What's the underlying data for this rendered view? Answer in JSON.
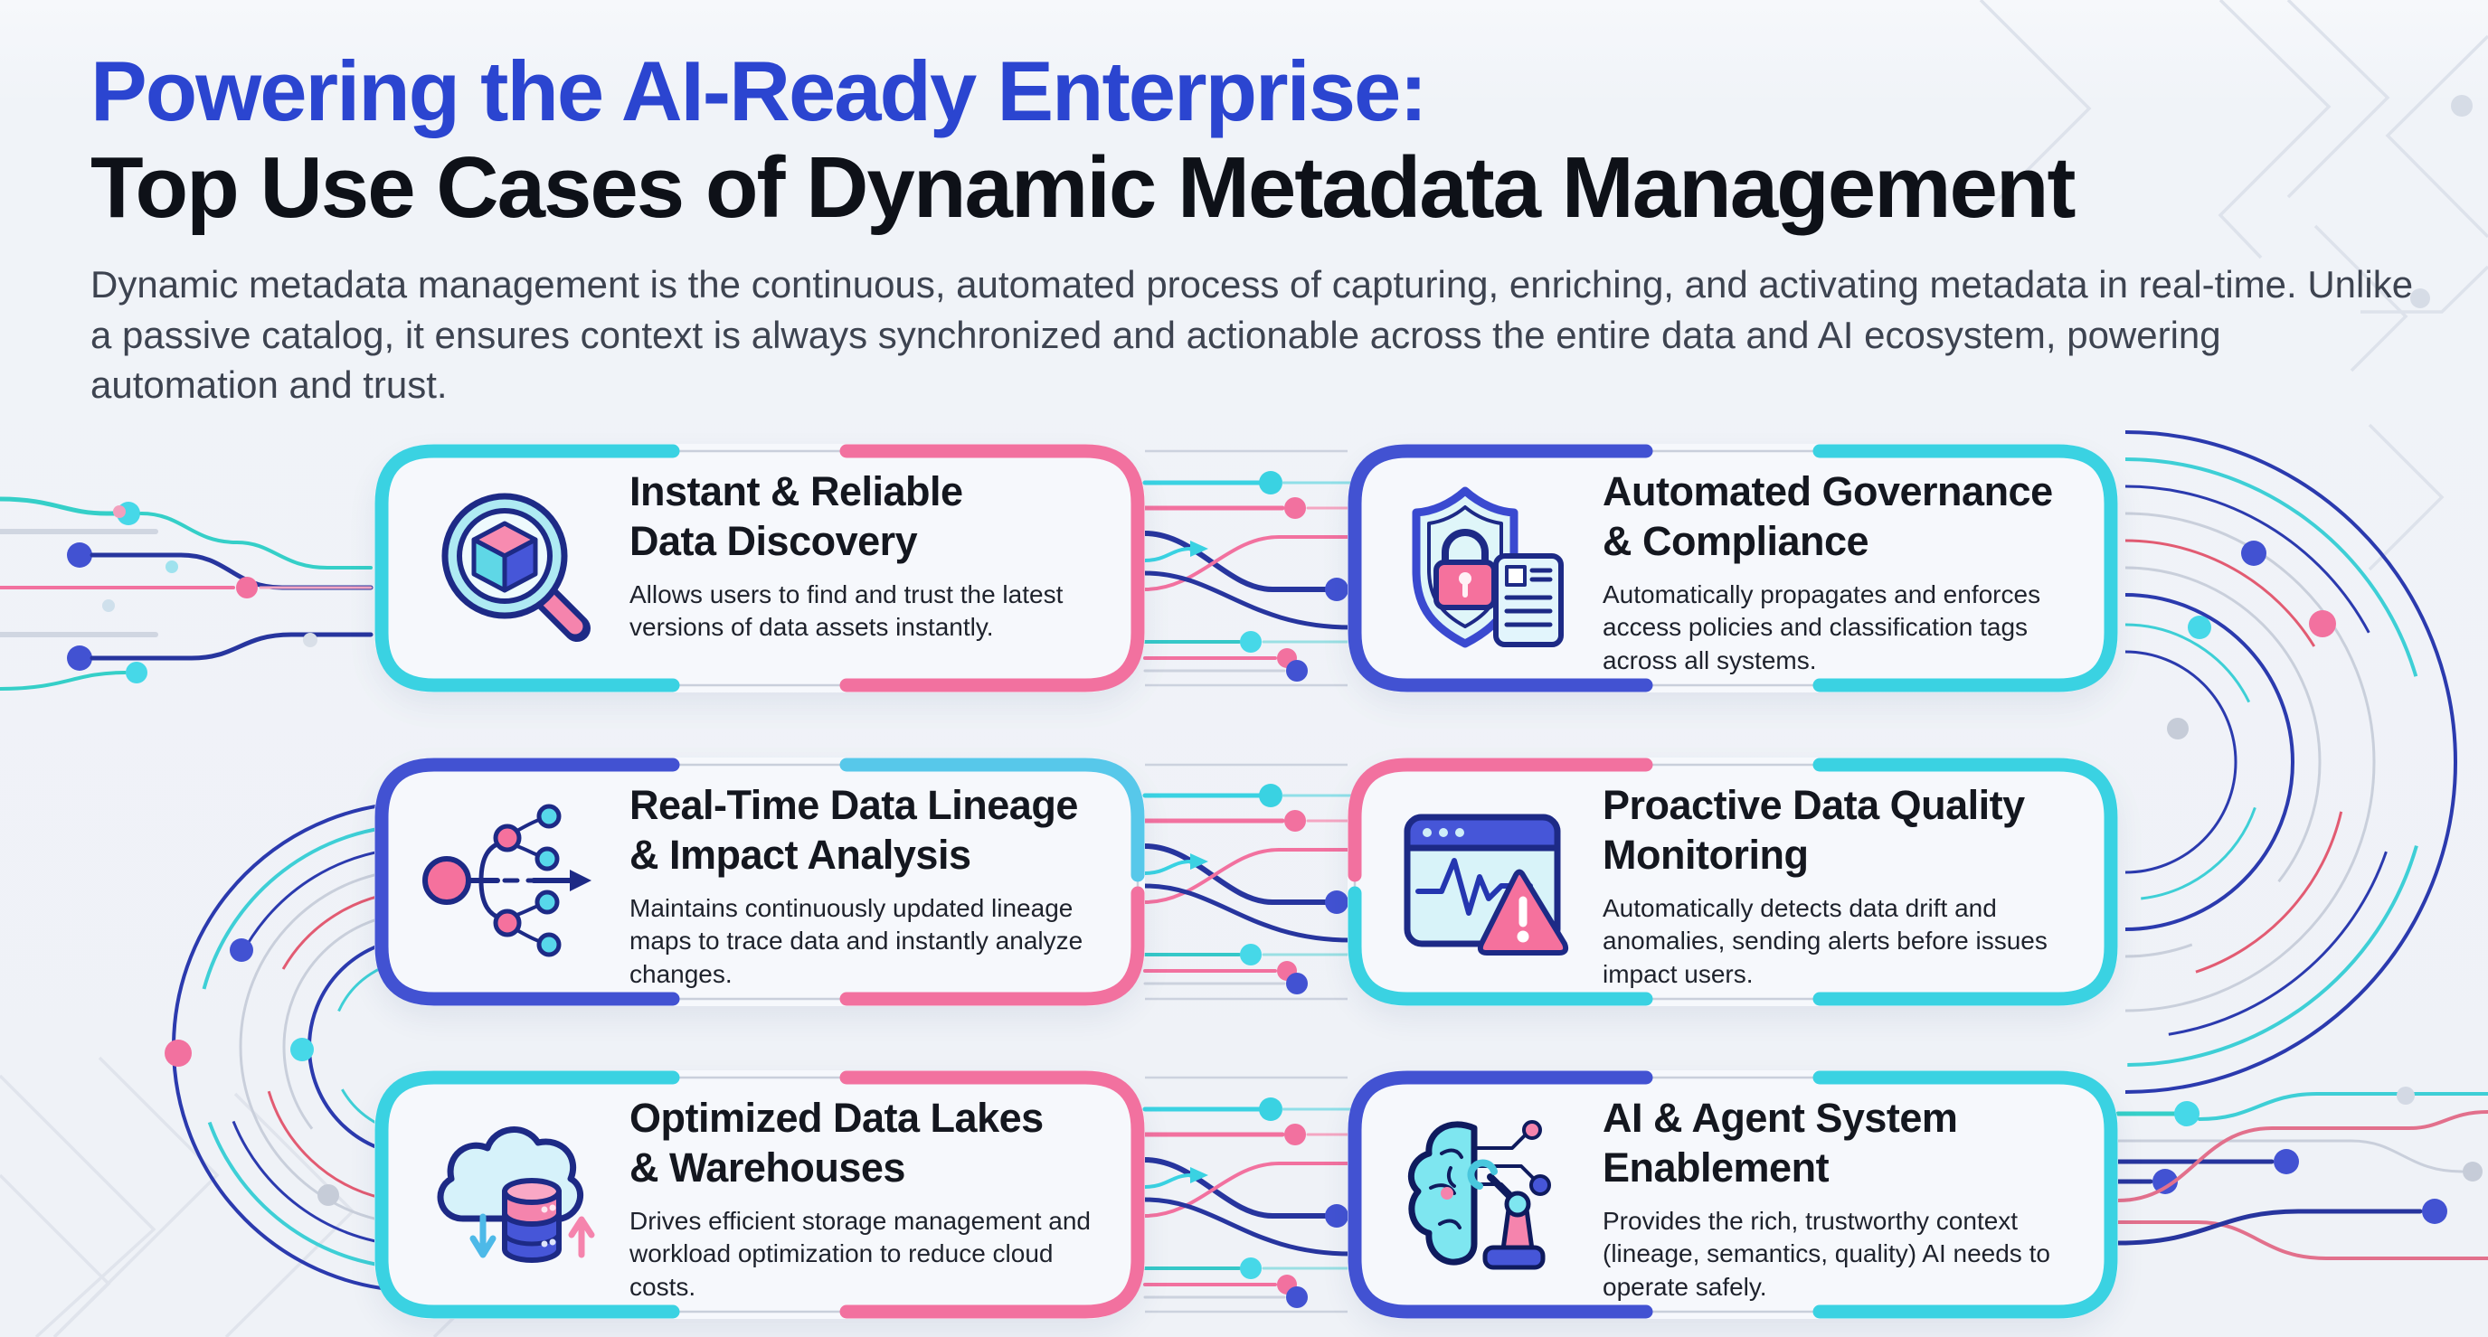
{
  "header": {
    "title_line1": "Powering the AI-Ready Enterprise:",
    "title_line2": "Top Use Cases of Dynamic Metadata Management",
    "subtitle": "Dynamic metadata management is the continuous, automated process of capturing, enriching, and activating metadata in real-time. Unlike a passive catalog, it ensures context is always synchronized and actionable across the entire data and AI ecosystem, powering automation and trust."
  },
  "colors": {
    "title_blue": "#2b45d0",
    "title_dark": "#0e1118",
    "body_text": "#3d4350",
    "card_text": "#14171f",
    "cyan": "#3ad2e2",
    "sky_blue": "#57c8ea",
    "pink": "#f2719f",
    "blue": "#4252d2",
    "navy": "#27359e",
    "red_pink": "#e25b72",
    "gray_line": "#c9cfdb",
    "background": "#f0f3f8",
    "card_background": "#f6f8fc"
  },
  "cards": [
    {
      "title_lines": [
        "Instant & Reliable",
        "Data Discovery"
      ],
      "description": "Allows users to find and trust the latest versions of data assets instantly.",
      "icon": "search-cube-icon",
      "border": {
        "left": [
          "#3ad2e2"
        ],
        "right": [
          "#f2719f"
        ]
      }
    },
    {
      "title_lines": [
        "Automated Governance",
        "& Compliance"
      ],
      "description": "Automatically propagates and enforces access policies and classification tags across all systems.",
      "icon": "shield-lock-icon",
      "border": {
        "left": [
          "#4252d2"
        ],
        "right": [
          "#3ad2e2"
        ]
      }
    },
    {
      "title_lines": [
        "Real-Time Data Lineage",
        "& Impact Analysis"
      ],
      "description": "Maintains continuously updated lineage maps to trace data and instantly analyze changes.",
      "icon": "lineage-graph-icon",
      "border": {
        "left": [
          "#4252d2"
        ],
        "right": [
          "#57c8ea",
          "#f2719f"
        ]
      }
    },
    {
      "title_lines": [
        "Proactive Data Quality",
        "Monitoring"
      ],
      "description": "Automatically detects data drift and anomalies, sending alerts before issues impact users.",
      "icon": "monitor-alert-icon",
      "border": {
        "left": [
          "#f2719f",
          "#3ad2e2"
        ],
        "right": [
          "#3ad2e2"
        ]
      }
    },
    {
      "title_lines": [
        "Optimized Data Lakes",
        "& Warehouses"
      ],
      "description": "Drives efficient storage management and workload optimization to reduce cloud costs.",
      "icon": "cloud-database-icon",
      "border": {
        "left": [
          "#3ad2e2"
        ],
        "right": [
          "#f2719f"
        ]
      }
    },
    {
      "title_lines": [
        "AI & Agent System",
        "Enablement"
      ],
      "description": "Provides the rich, trustworthy context (lineage, semantics, quality) AI needs to operate safely.",
      "icon": "brain-robot-icon",
      "border": {
        "left": [
          "#4252d2"
        ],
        "right": [
          "#3ad2e2"
        ]
      }
    }
  ]
}
